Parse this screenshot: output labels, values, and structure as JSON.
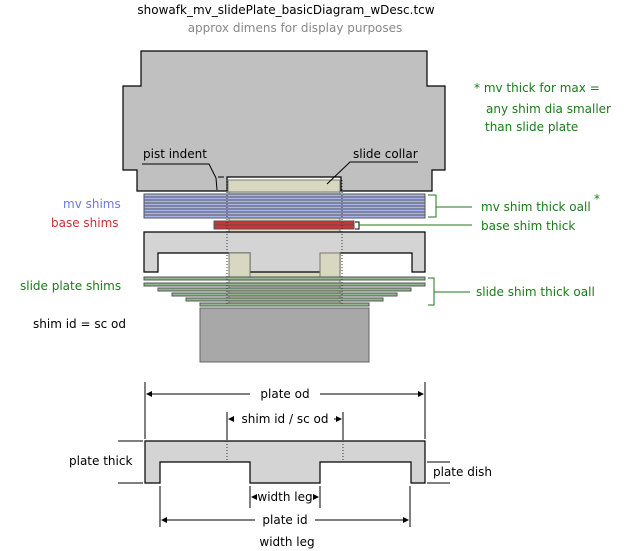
{
  "header": {
    "title": "showafk_mv_slidePlate_basicDiagram_wDesc.tcw",
    "subtitle": "approx dimens for display purposes"
  },
  "note": {
    "line1": "* mv thick for max =",
    "line2": "any shim dia smaller",
    "line3": "than slide plate"
  },
  "labels": {
    "pist_indent": "pist indent",
    "slide_collar": "slide collar",
    "mv_shims": "mv shims",
    "base_shims": "base shims",
    "slide_plate_shims": "slide plate shims",
    "shim_id_eq": "shim id = sc od",
    "mv_shim_thick": "mv shim thick oall",
    "asterisk": "*",
    "base_shim_thick": "base shim thick",
    "slide_shim_thick": "slide shim thick oall"
  },
  "dimensions": {
    "plate_od": "plate od",
    "shim_id": "shim id / sc od",
    "plate_thick": "plate thick",
    "plate_dish": "plate dish",
    "width_leg": "width leg",
    "plate_id": "plate id",
    "width_leg_bottom": "width leg"
  },
  "colors": {
    "mv_shim": "#a8b4ec",
    "base_shim": "#cc3333",
    "slide_shim": "#90b890",
    "collar": "#d8d8c0",
    "label_green": "#1a7a1a",
    "label_blue": "#6a7adc",
    "label_red": "#c83030"
  }
}
